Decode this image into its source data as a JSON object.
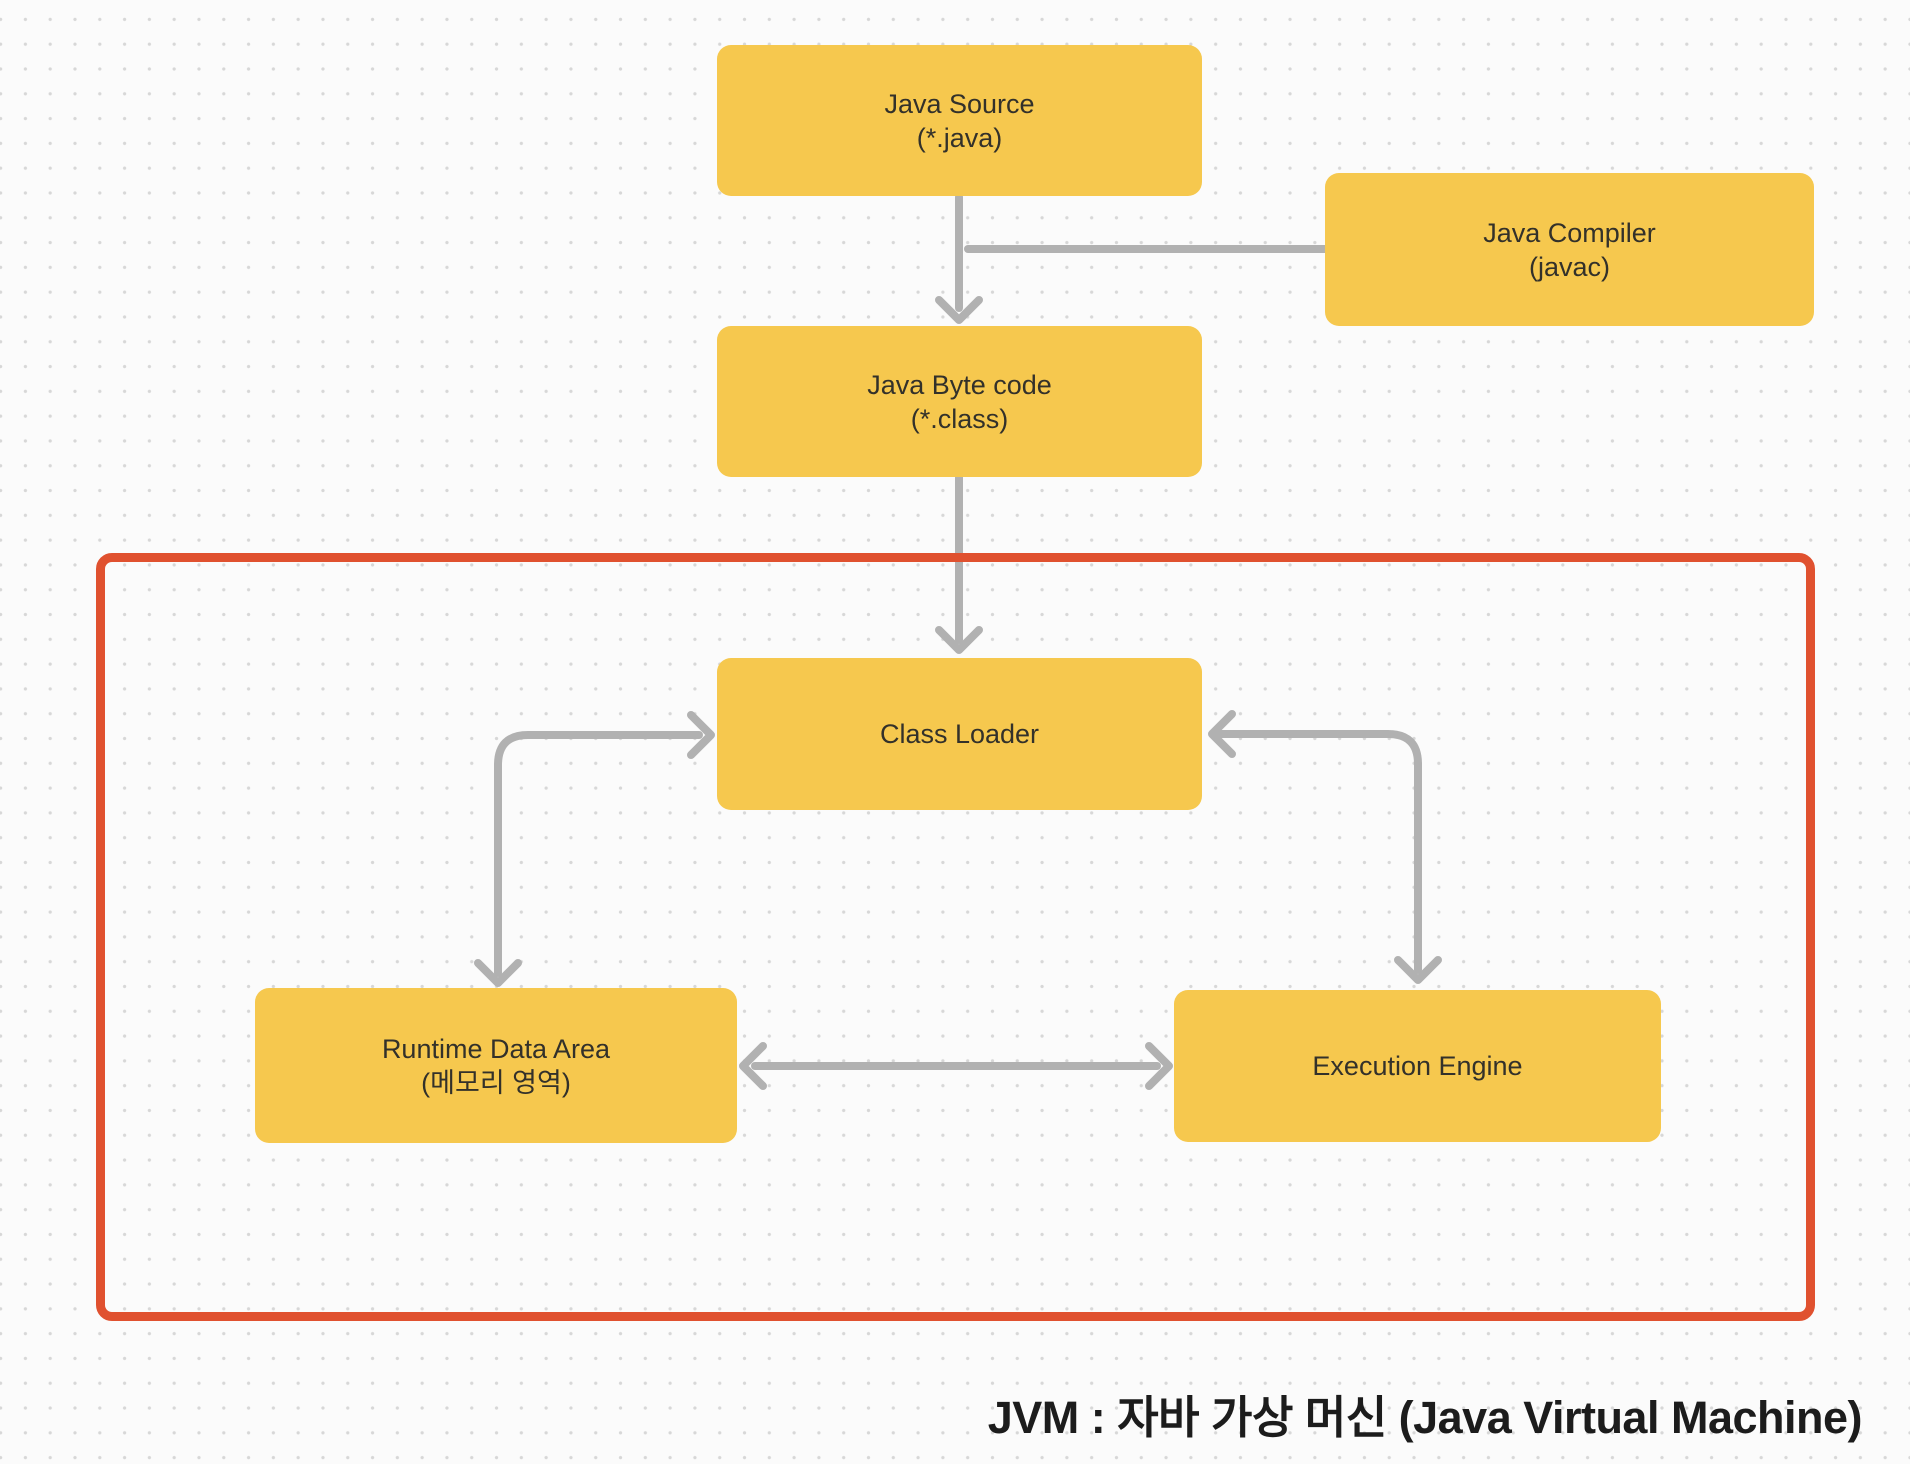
{
  "diagram": {
    "nodes": {
      "java_source": {
        "line1": "Java Source",
        "line2": "(*.java)"
      },
      "java_compiler": {
        "line1": "Java Compiler",
        "line2": "(javac)"
      },
      "java_bytecode": {
        "line1": "Java Byte code",
        "line2": "(*.class)"
      },
      "class_loader": {
        "line1": "Class Loader"
      },
      "runtime_data_area": {
        "line1": "Runtime Data Area",
        "line2": "(메모리 영역)"
      },
      "execution_engine": {
        "line1": "Execution Engine"
      }
    },
    "caption": "JVM : 자바 가상 머신 (Java Virtual Machine)",
    "colors": {
      "node_fill": "#F6C84E",
      "arrow": "#B1B1B1",
      "jvm_border": "#E0512F",
      "node_text": "#33312A",
      "caption_text": "#1C1C1C",
      "background": "#FBFBFB",
      "grid_dot": "#D7D7D7"
    }
  }
}
